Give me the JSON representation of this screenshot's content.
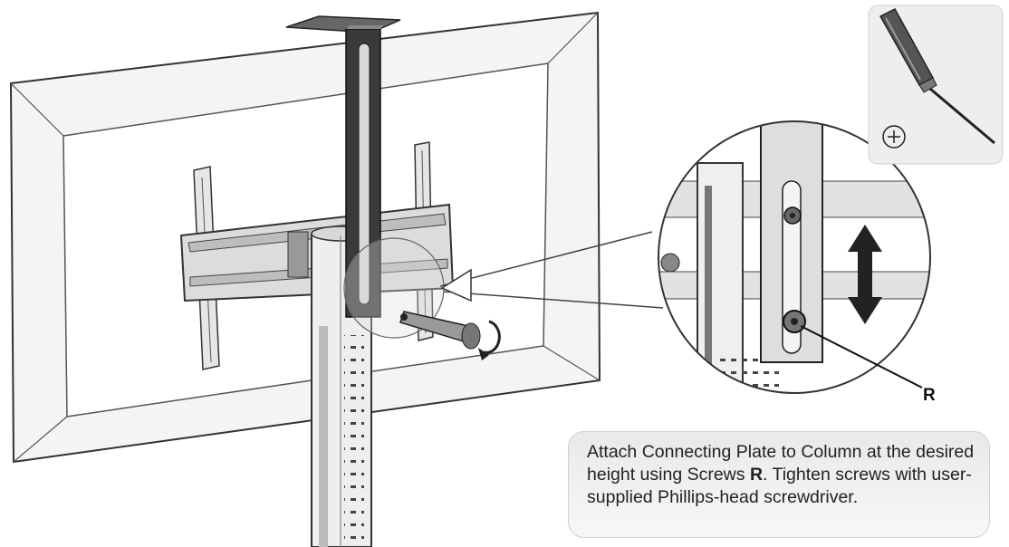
{
  "callout_label": "R",
  "instruction": {
    "part1": "Attach Connecting Plate to Column at the desired height using Screws ",
    "screw_ref": "R",
    "part2": ". Tighten screws with user-supplied Phillips-head screwdriver."
  },
  "tool_icon": "phillips-screwdriver-icon",
  "tool_symbol": "⊕",
  "colors": {
    "line": "#2b2b2b",
    "panel": "#eeeeee",
    "metal": "#555555"
  }
}
